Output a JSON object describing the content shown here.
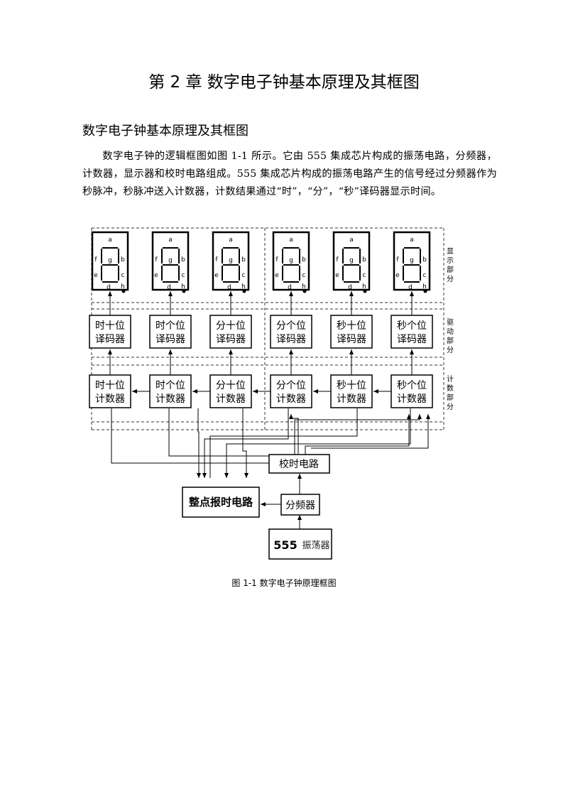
{
  "chapter_title": "第 2 章  数字电子钟基本原理及其框图",
  "section_title": "数字电子钟基本原理及其框图",
  "paragraph": "数字电子钟的逻辑框图如图 1-1 所示。它由 555 集成芯片构成的振荡电路，分频器，计数器，显示器和校时电路组成。555 集成芯片构成的振荡电路产生的信号经过分频器作为秒脉冲，秒脉冲送入计数器，计数结果通过“时”，“分”，“秒”译码器显示时间。",
  "caption": "图 1-1  数字电子钟原理框图",
  "diagram": {
    "segment_letters": {
      "a": "a",
      "b": "b",
      "c": "c",
      "d": "d",
      "e": "e",
      "f": "f",
      "g": "g",
      "h": "h"
    },
    "row_labels": {
      "display": [
        "显",
        "示",
        "部",
        "分"
      ],
      "driver": [
        "驱",
        "动",
        "部",
        "分"
      ],
      "counter": [
        "计",
        "数",
        "部",
        "分"
      ]
    },
    "decoders": [
      [
        "时十位",
        "译码器"
      ],
      [
        "时个位",
        "译码器"
      ],
      [
        "分十位",
        "译码器"
      ],
      [
        "分个位",
        "译码器"
      ],
      [
        "秒十位",
        "译码器"
      ],
      [
        "秒个位",
        "译码器"
      ]
    ],
    "counters": [
      [
        "时十位",
        "计数器"
      ],
      [
        "时个位",
        "计数器"
      ],
      [
        "分十位",
        "计数器"
      ],
      [
        "分个位",
        "计数器"
      ],
      [
        "秒十位",
        "计数器"
      ],
      [
        "秒个位",
        "计数器"
      ]
    ],
    "calibration": "校时电路",
    "hourly_chime": "整点报时电路",
    "divider": "分频器",
    "oscillator_number": "555",
    "oscillator_text": "振荡器"
  }
}
